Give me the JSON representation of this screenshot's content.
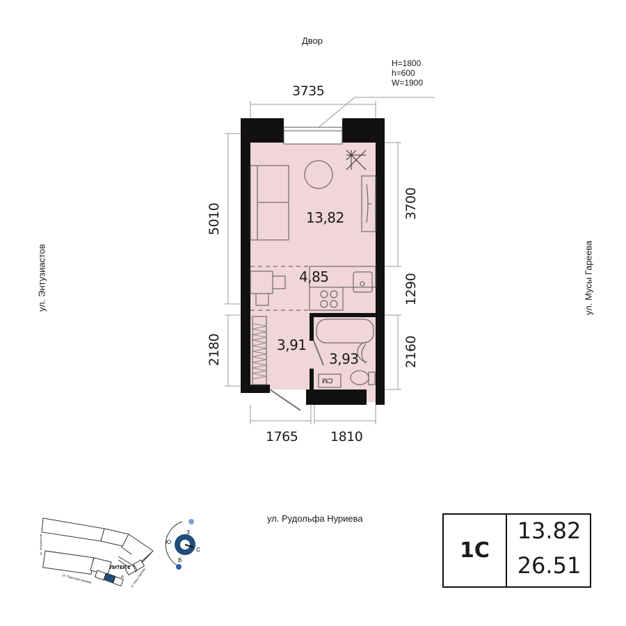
{
  "labels": {
    "top": "Двор",
    "left": "ул. Энтузиастов",
    "right": "ул. Мусы Гареева",
    "bottom": "ул. Рудольфа Нуриева"
  },
  "window_spec": [
    "H=1800",
    "h=600",
    "W=1900"
  ],
  "dimensions": {
    "top": "3735",
    "left_upper": "5010",
    "left_lower": "2180",
    "right_upper": "3700",
    "right_middle": "1290",
    "right_lower": "2160",
    "bottom_left": "1765",
    "bottom_right": "1810"
  },
  "rooms": {
    "living": "13,82",
    "kitchen": "4,85",
    "hall": "3,91",
    "bath": "3,93",
    "washer": "СМ"
  },
  "minimap": {
    "title": "ЛИТЕР 1",
    "sections": [
      "А",
      "Б",
      "В",
      "Г",
      "Д"
    ],
    "active_section": "Б",
    "streets": [
      "ул. Энтузиастов",
      "ул. Рудольфа Нуриева",
      "ул. Мусы Гареева"
    ],
    "compass": [
      "З",
      "Ю",
      "С",
      "В"
    ]
  },
  "info": {
    "type": "1С",
    "living_area": "13.82",
    "total_area": "26.51"
  },
  "colors": {
    "room_fill": "#f0d5d9",
    "wall": "#111111",
    "accent": "#1f4e79"
  }
}
